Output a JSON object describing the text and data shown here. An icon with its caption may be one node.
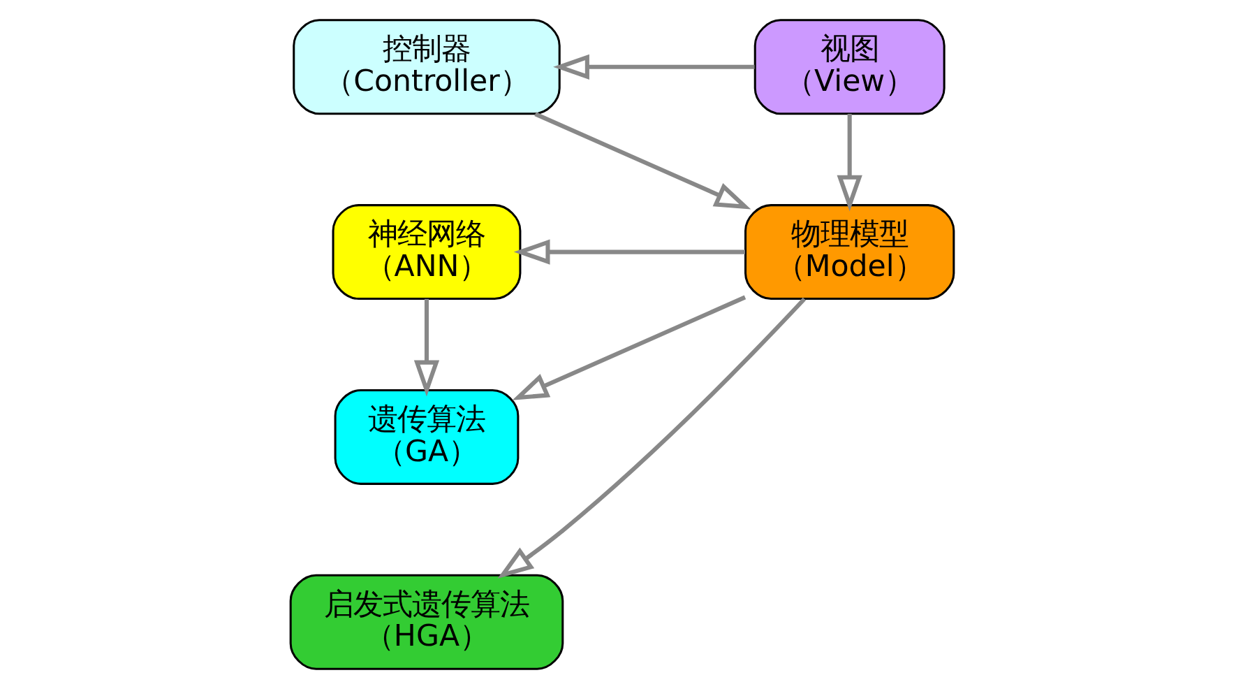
{
  "diagram": {
    "nodes": [
      {
        "text": [
          "视图",
          "（View）"
        ]
      },
      {
        "text": [
          "遗传算法",
          "（GA）"
        ]
      },
      {
        "text": [
          "神经网络",
          "（ANN）"
        ]
      },
      {
        "text": [
          "物理模型",
          "（Model）"
        ]
      },
      {
        "text": [
          "控制器",
          "（Controller）"
        ]
      },
      {
        "text": [
          "启发式遗传算法",
          "（HGA）"
        ]
      }
    ],
    "edges": [
      {
        "from": 0,
        "to": 3,
        "arrow": "to"
      },
      {
        "from": 0,
        "to": 4,
        "arrow": "to"
      },
      {
        "from": 3,
        "to": 1,
        "arrow": "to"
      },
      {
        "from": 2,
        "to": 1,
        "arrow": "to"
      },
      {
        "from": 3,
        "to": 2,
        "arrow": "to"
      },
      {
        "from": 4,
        "to": 3,
        "arrow": "to"
      },
      {
        "from": 3,
        "to": 5,
        "arrow": "to"
      }
    ]
  }
}
